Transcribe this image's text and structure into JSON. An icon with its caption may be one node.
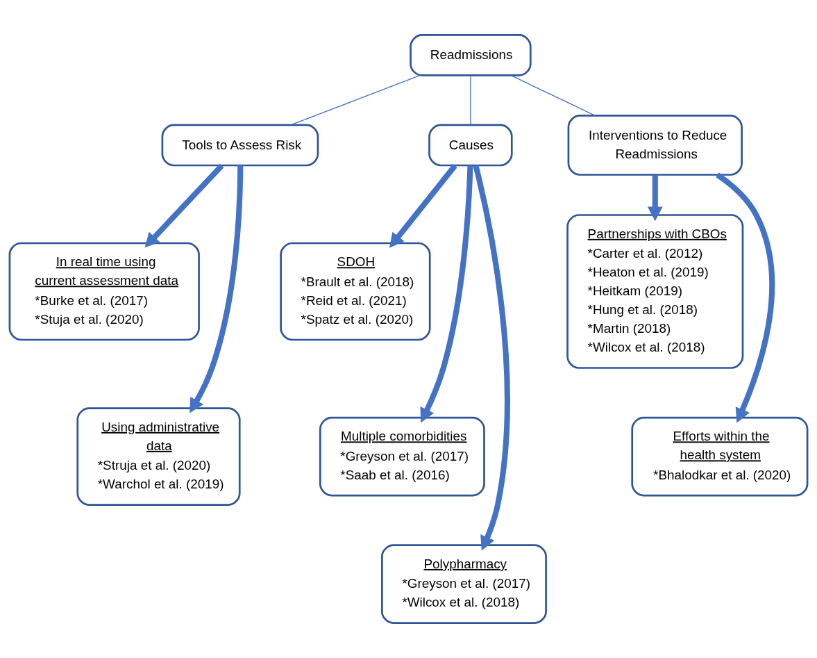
{
  "diagram": {
    "nodes": [
      {
        "text": [
          "Readmissions"
        ]
      },
      {
        "text": [
          "Tools to Assess Risk"
        ]
      },
      {
        "text": [
          "Causes"
        ]
      },
      {
        "text": [
          "Interventions to Reduce Readmissions"
        ]
      },
      {
        "text": [
          "In real time using current assessment data",
          "*Burke et al. (2017)",
          "*Stuja et al. (2020)"
        ]
      },
      {
        "text": [
          "Using administrative data",
          "*Struja et al. (2020)",
          "*Warchol et al. (2019)"
        ]
      },
      {
        "text": [
          "SDOH",
          "*Brault et al. (2018)",
          "*Reid et al. (2021)",
          "*Spatz et al. (2020)"
        ]
      },
      {
        "text": [
          "Multiple comorbidities",
          "*Greyson et al. (2017)",
          "*Saab et al. (2016)"
        ]
      },
      {
        "text": [
          "Polypharmacy",
          "*Greyson et al. (2017)",
          "*Wilcox et al. (2018)"
        ]
      },
      {
        "text": [
          "Partnerships with CBOs",
          "*Carter et al. (2012)",
          "*Heaton et al. (2019)",
          "*Heitkam (2019)",
          "*Hung et al. (2018)",
          "*Martin (2018)",
          "*Wilcox et al. (2018)"
        ]
      },
      {
        "text": [
          "Efforts within the health system",
          "*Bhalodkar et al. (2020)"
        ]
      }
    ],
    "edges": [
      {
        "from": 0,
        "to": 1,
        "arrow": "none"
      },
      {
        "from": 0,
        "to": 2,
        "arrow": "none"
      },
      {
        "from": 0,
        "to": 3,
        "arrow": "none"
      },
      {
        "from": 1,
        "to": 4,
        "arrow": "to"
      },
      {
        "from": 1,
        "to": 5,
        "arrow": "to"
      },
      {
        "from": 2,
        "to": 6,
        "arrow": "to"
      },
      {
        "from": 2,
        "to": 7,
        "arrow": "to"
      },
      {
        "from": 2,
        "to": 8,
        "arrow": "to"
      },
      {
        "from": 3,
        "to": 9,
        "arrow": "to"
      },
      {
        "from": 3,
        "to": 10,
        "arrow": "to"
      }
    ]
  }
}
